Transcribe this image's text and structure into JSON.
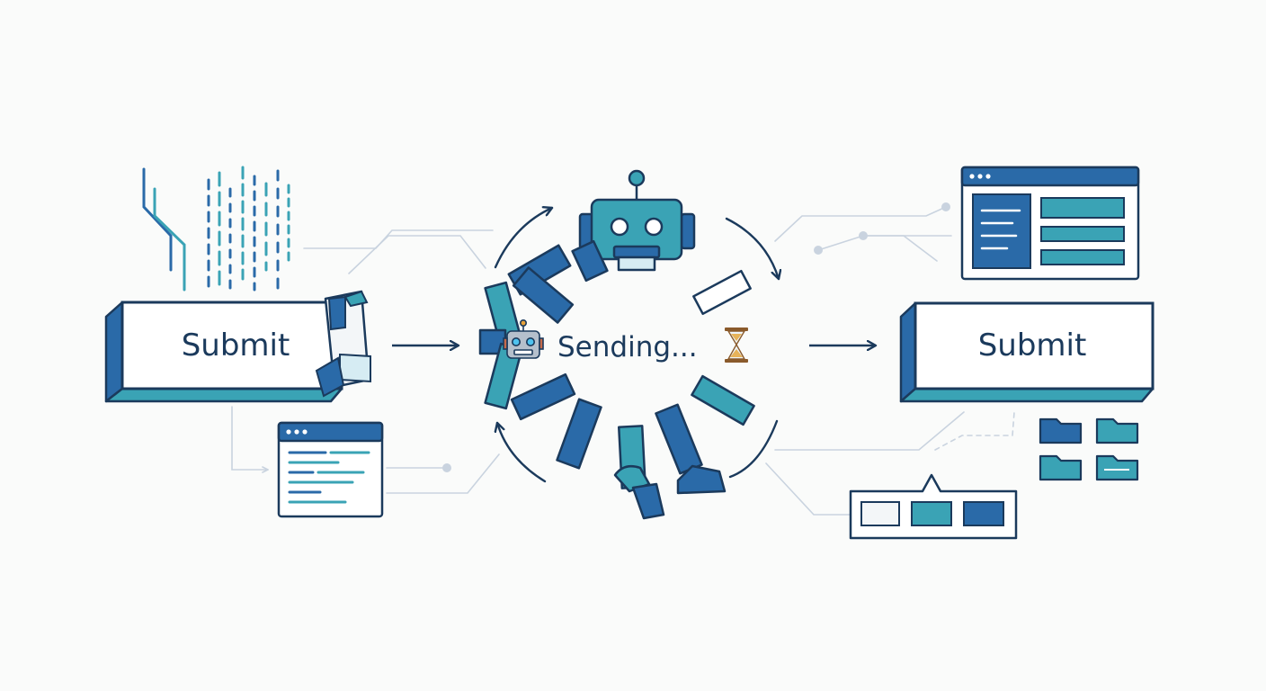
{
  "initial_button": {
    "label": "Submit"
  },
  "loading_state": {
    "label": "Sending...",
    "leading_icon": "robot-icon",
    "trailing_icon": "hourglass-icon"
  },
  "final_button": {
    "label": "Submit"
  },
  "colors": {
    "navy": "#1b3a5c",
    "blue": "#2a6aa8",
    "teal": "#3aa3b5",
    "light_line": "#c9d3df",
    "background": "#fafbfa"
  }
}
